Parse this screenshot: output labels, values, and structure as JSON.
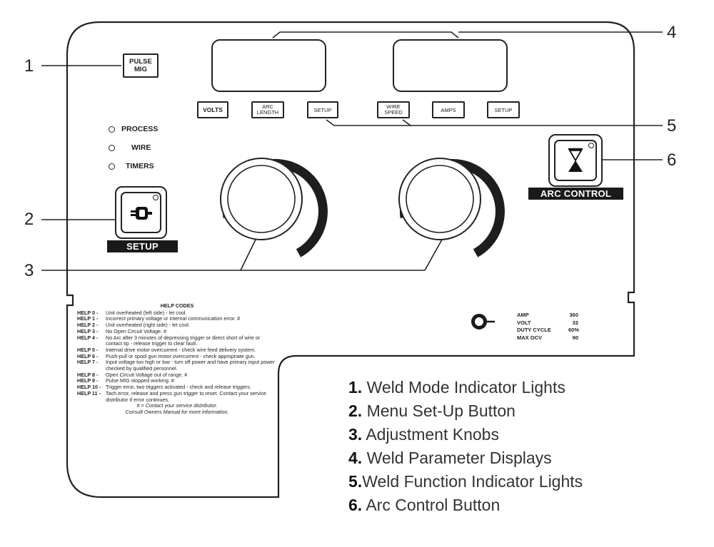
{
  "panel": {
    "pulse_mig_label": "PULSE MIG",
    "mode_indicators": [
      "PROCESS",
      "WIRE",
      "TIMERS"
    ],
    "setup_bar_label": "SETUP",
    "arc_control_bar_label": "ARC CONTROL",
    "left_buttons": [
      "VOLTS",
      "ARC LENGTH",
      "SETUP"
    ],
    "right_buttons": [
      "WIRE SPEED",
      "AMPS",
      "SETUP"
    ]
  },
  "callouts": [
    "1",
    "2",
    "3",
    "4",
    "5",
    "6"
  ],
  "help_codes": {
    "title": "HELP CODES",
    "entries": [
      {
        "code": "HELP 0 -",
        "text": "Unit overheated (left side) - let cool."
      },
      {
        "code": "HELP 1 -",
        "text": "Incorrect primary voltage or internal communication error. #"
      },
      {
        "code": "HELP 2 -",
        "text": "Unit overheated (right side) - let cool."
      },
      {
        "code": "HELP 3 -",
        "text": "No Open Circuit Voltage. #"
      },
      {
        "code": "HELP 4 -",
        "text": "No Arc after 3 minutes of depressing trigger or direct short of wire or contact tip - release trigger to clear fault."
      },
      {
        "code": "HELP 5 -",
        "text": "Internal drive motor overcurrent - check wire feed delivery system."
      },
      {
        "code": "HELP 6 -",
        "text": "Push-pull or spool gun motor overcurrent - check appropriate gun."
      },
      {
        "code": "HELP 7 -",
        "text": "Input voltage too high or low - turn off power and have primary input power checked by qualified personnel."
      },
      {
        "code": "HELP 8 -",
        "text": "Open Circuit Voltage out of range. #"
      },
      {
        "code": "HELP 9 -",
        "text": "Pulse MIG stopped working. #"
      },
      {
        "code": "HELP 10 -",
        "text": "Trigger error, two triggers activated - check and release triggers."
      },
      {
        "code": "HELP 11 -",
        "text": "Tach error, release and press gun trigger to reset. Contact your service distributor if error continues."
      }
    ],
    "footnote": "# = Contact your service distributor.",
    "footer": "Consult Owners Manual for more information."
  },
  "specs": [
    {
      "label": "AMP",
      "value": "360"
    },
    {
      "label": "VOLT",
      "value": "32"
    },
    {
      "label": "DUTY CYCLE",
      "value": "60%"
    },
    {
      "label": "MAX OCV",
      "value": "90"
    }
  ],
  "legend": [
    {
      "num": "1.",
      "text": "Weld Mode Indicator Lights"
    },
    {
      "num": "2.",
      "text": "Menu Set-Up Button"
    },
    {
      "num": "3.",
      "text": "Adjustment Knobs"
    },
    {
      "num": "4.",
      "text": "Weld Parameter Displays"
    },
    {
      "num": "5.",
      "text": "Weld Function Indicator Lights"
    },
    {
      "num": "6.",
      "text": "Arc Control Button"
    }
  ]
}
